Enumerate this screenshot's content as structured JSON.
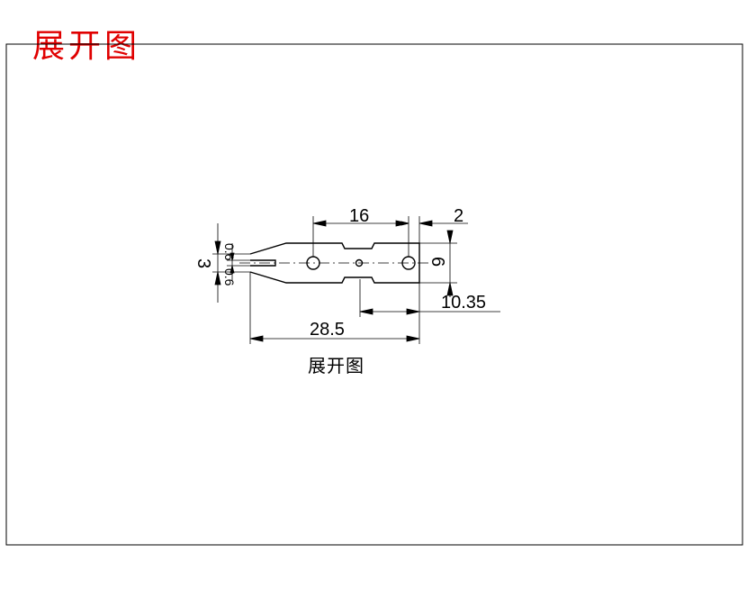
{
  "title": "展开图",
  "caption": "展开图",
  "colors": {
    "title": "#e00000",
    "line": "#000000",
    "background": "#ffffff"
  },
  "dimensions": {
    "length_16": "16",
    "width_2": "2",
    "width_6": "6",
    "total_28_5": "28.5",
    "offset_10_35": "10.35",
    "slot_3": "3",
    "slot_0_6_top": "0.6",
    "slot_0_6_bottom": "0.6"
  }
}
